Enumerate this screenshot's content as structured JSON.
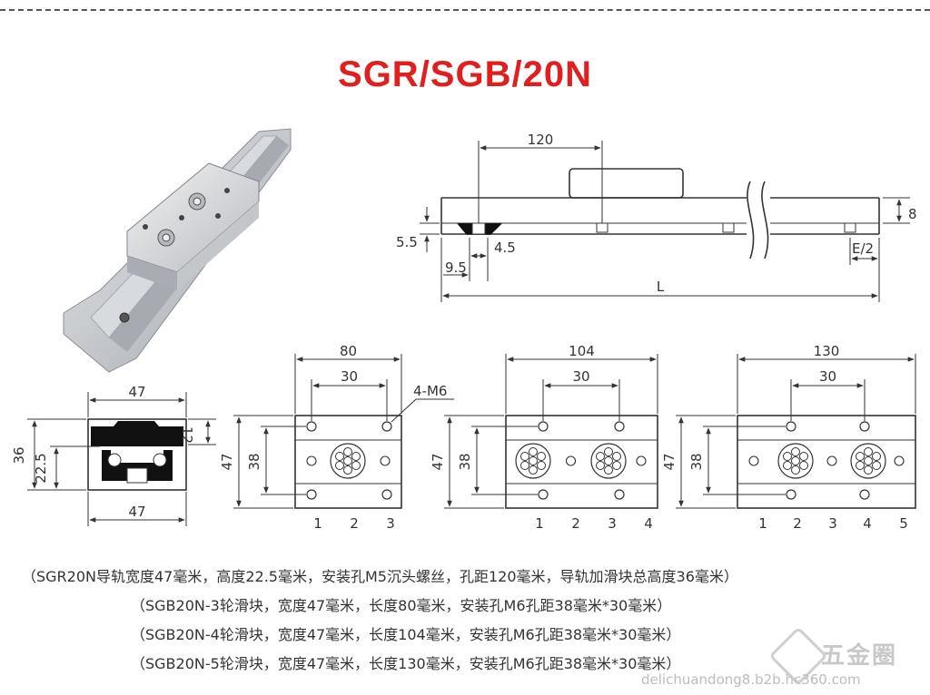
{
  "title": "SGR/SGB/20N",
  "colors": {
    "title": "#e02020",
    "line": "#333333",
    "rail": "#c9ccd1"
  },
  "side_view": {
    "dims": {
      "pitch": "120",
      "rail_h": "8",
      "screw_h": "5.5",
      "hole_d": "4.5",
      "offset": "9.5",
      "end": "E/2",
      "length": "L"
    }
  },
  "cross_section": {
    "dims": {
      "top_w": "47",
      "bottom_w": "47",
      "height": "36",
      "rail_h": "22.5",
      "gap": "12"
    }
  },
  "blocks": [
    {
      "id": "3-wheel",
      "length": "80",
      "hole_x": "30",
      "width": "47",
      "hole_y": "38",
      "thread_label": "4-M6",
      "wheels": 1,
      "numbers": [
        "1",
        "2",
        "3"
      ]
    },
    {
      "id": "4-wheel",
      "length": "104",
      "hole_x": "30",
      "width": "47",
      "hole_y": "38",
      "thread_label": "",
      "wheels": 2,
      "numbers": [
        "1",
        "2",
        "3",
        "4"
      ]
    },
    {
      "id": "5-wheel",
      "length": "130",
      "hole_x": "30",
      "width": "47",
      "hole_y": "38",
      "thread_label": "",
      "wheels": 2,
      "numbers": [
        "1",
        "2",
        "3",
        "4",
        "5"
      ]
    }
  ],
  "description": [
    "（SGR20N导轨宽度47毫米，高度22.5毫米，安装孔M5沉头螺丝，孔距120毫米，导轨加滑块总高度36毫米）",
    "（SGB20N-3轮滑块，宽度47毫米，长度80毫米，安装孔M6孔距38毫米*30毫米）",
    "（SGB20N-4轮滑块，宽度47毫米，长度104毫米，安装孔M6孔距38毫米*30毫米）",
    "（SGB20N-5轮滑块，宽度47毫米，长度130毫米，安装孔M6孔距38毫米*30毫米）"
  ],
  "watermark": {
    "brand": "五金圈",
    "url": "delichuandong8.b2b.hc360.com",
    "logo_icon": "hexagon-logo-icon"
  }
}
